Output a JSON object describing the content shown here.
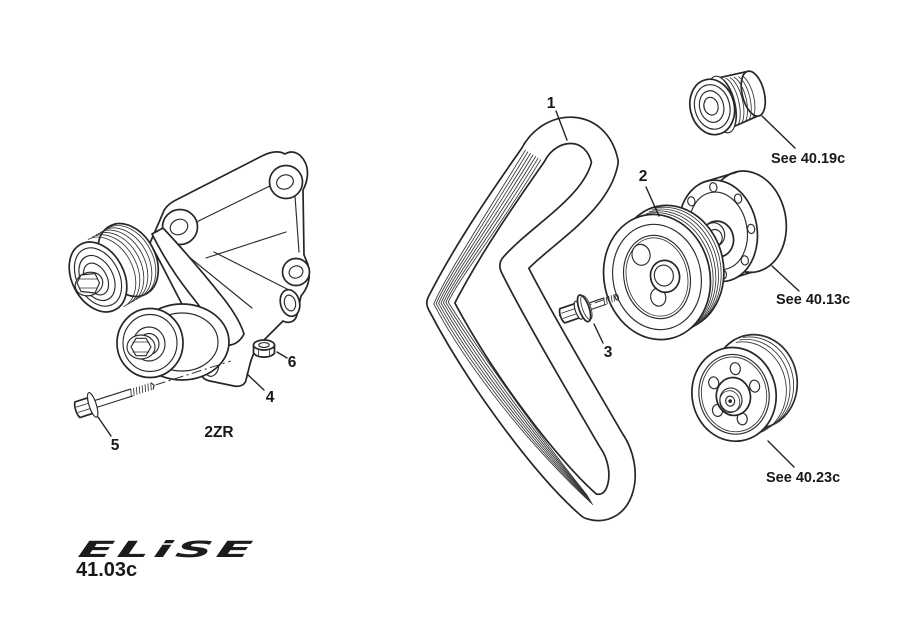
{
  "page": {
    "brand_logo": "ELiSE",
    "section_code": "41.03c",
    "engine_code": "2ZR"
  },
  "callouts": {
    "drive_belt": "1",
    "crankshaft_pulley": "2",
    "pulley_bolt": "3",
    "tensioner_bracket": "4",
    "tensioner_bolt": "5",
    "tensioner_nut": "6"
  },
  "cross_references": {
    "alternator_pulley": "See 40.19c",
    "crankshaft_damper": "See 40.13c",
    "water_pump_pulley": "See 40.23c"
  }
}
